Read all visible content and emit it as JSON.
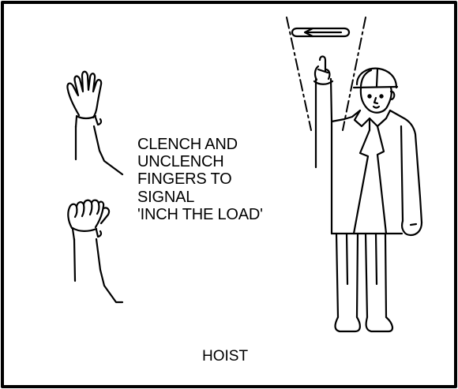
{
  "instruction_lines": [
    "CLENCH AND",
    "UNCLENCH",
    "FINGERS TO",
    "SIGNAL",
    "'INCH THE LOAD'"
  ],
  "caption": "HOIST",
  "colors": {
    "ink": "#000000",
    "paper": "#ffffff"
  },
  "icons": [
    "open-hand-icon",
    "clenched-hand-icon",
    "signalman-figure-icon",
    "rotation-arrow-icon"
  ]
}
